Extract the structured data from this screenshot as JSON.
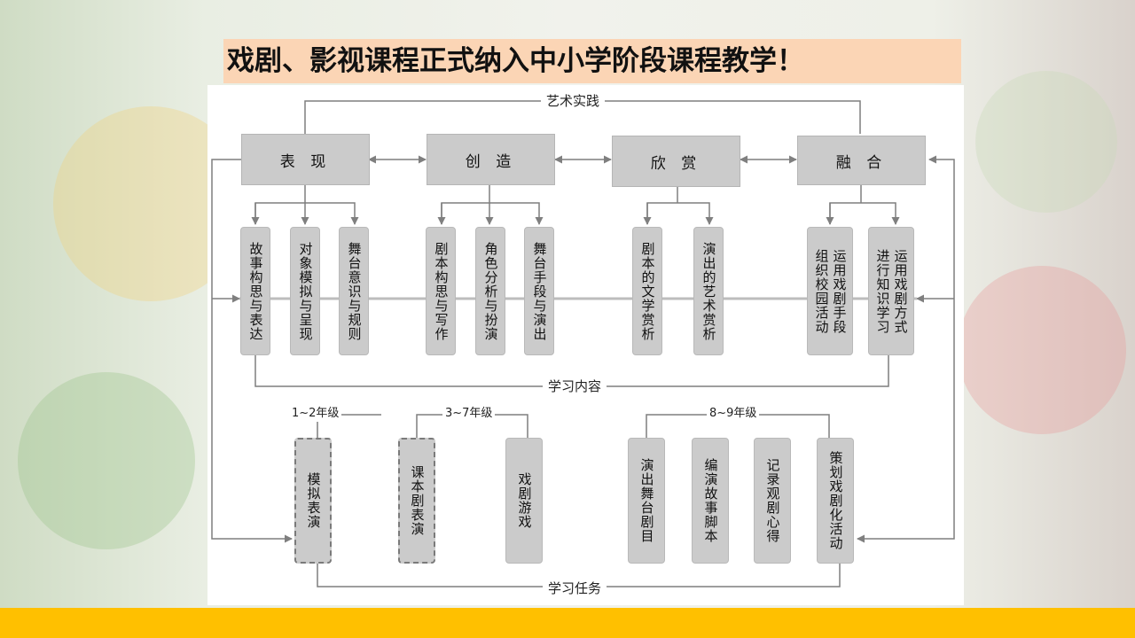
{
  "title": "戏剧、影视课程正式纳入中小学阶段课程教学！",
  "diagram": {
    "top_label": "艺术实践",
    "content_label": "学习内容",
    "task_label": "学习任务",
    "categories": [
      "表 现",
      "创 造",
      "欣 赏",
      "融 合"
    ],
    "content_boxes": [
      {
        "cols": [
          "故事构思与表达"
        ]
      },
      {
        "cols": [
          "对象模拟与呈现"
        ]
      },
      {
        "cols": [
          "舞台意识与规则"
        ]
      },
      {
        "cols": [
          "剧本构思与写作"
        ]
      },
      {
        "cols": [
          "角色分析与扮演"
        ]
      },
      {
        "cols": [
          "舞台手段与演出"
        ]
      },
      {
        "cols": [
          "剧本的文学赏析"
        ]
      },
      {
        "cols": [
          "演出的艺术赏析"
        ]
      },
      {
        "cols": [
          "运用戏剧手段",
          "组织校园活动"
        ]
      },
      {
        "cols": [
          "运用戏剧方式",
          "进行知识学习"
        ]
      }
    ],
    "grades": [
      "1~2年级",
      "3~7年级",
      "8~9年级"
    ],
    "task_boxes": [
      {
        "text": "模拟表演",
        "dashed": true
      },
      {
        "text": "课本剧表演",
        "dashed": true
      },
      {
        "text": "戏剧游戏",
        "dashed": false
      },
      {
        "text": "演出舞台剧目",
        "dashed": false
      },
      {
        "text": "编演故事脚本",
        "dashed": false
      },
      {
        "text": "记录观剧心得",
        "dashed": false
      },
      {
        "text": "策划戏剧化活动",
        "dashed": false
      }
    ]
  },
  "colors": {
    "accent_bar": "#ffc000",
    "title_bg": "#fbd5b5",
    "box_fill": "#cbcbcb",
    "line": "#7f7f7f"
  }
}
